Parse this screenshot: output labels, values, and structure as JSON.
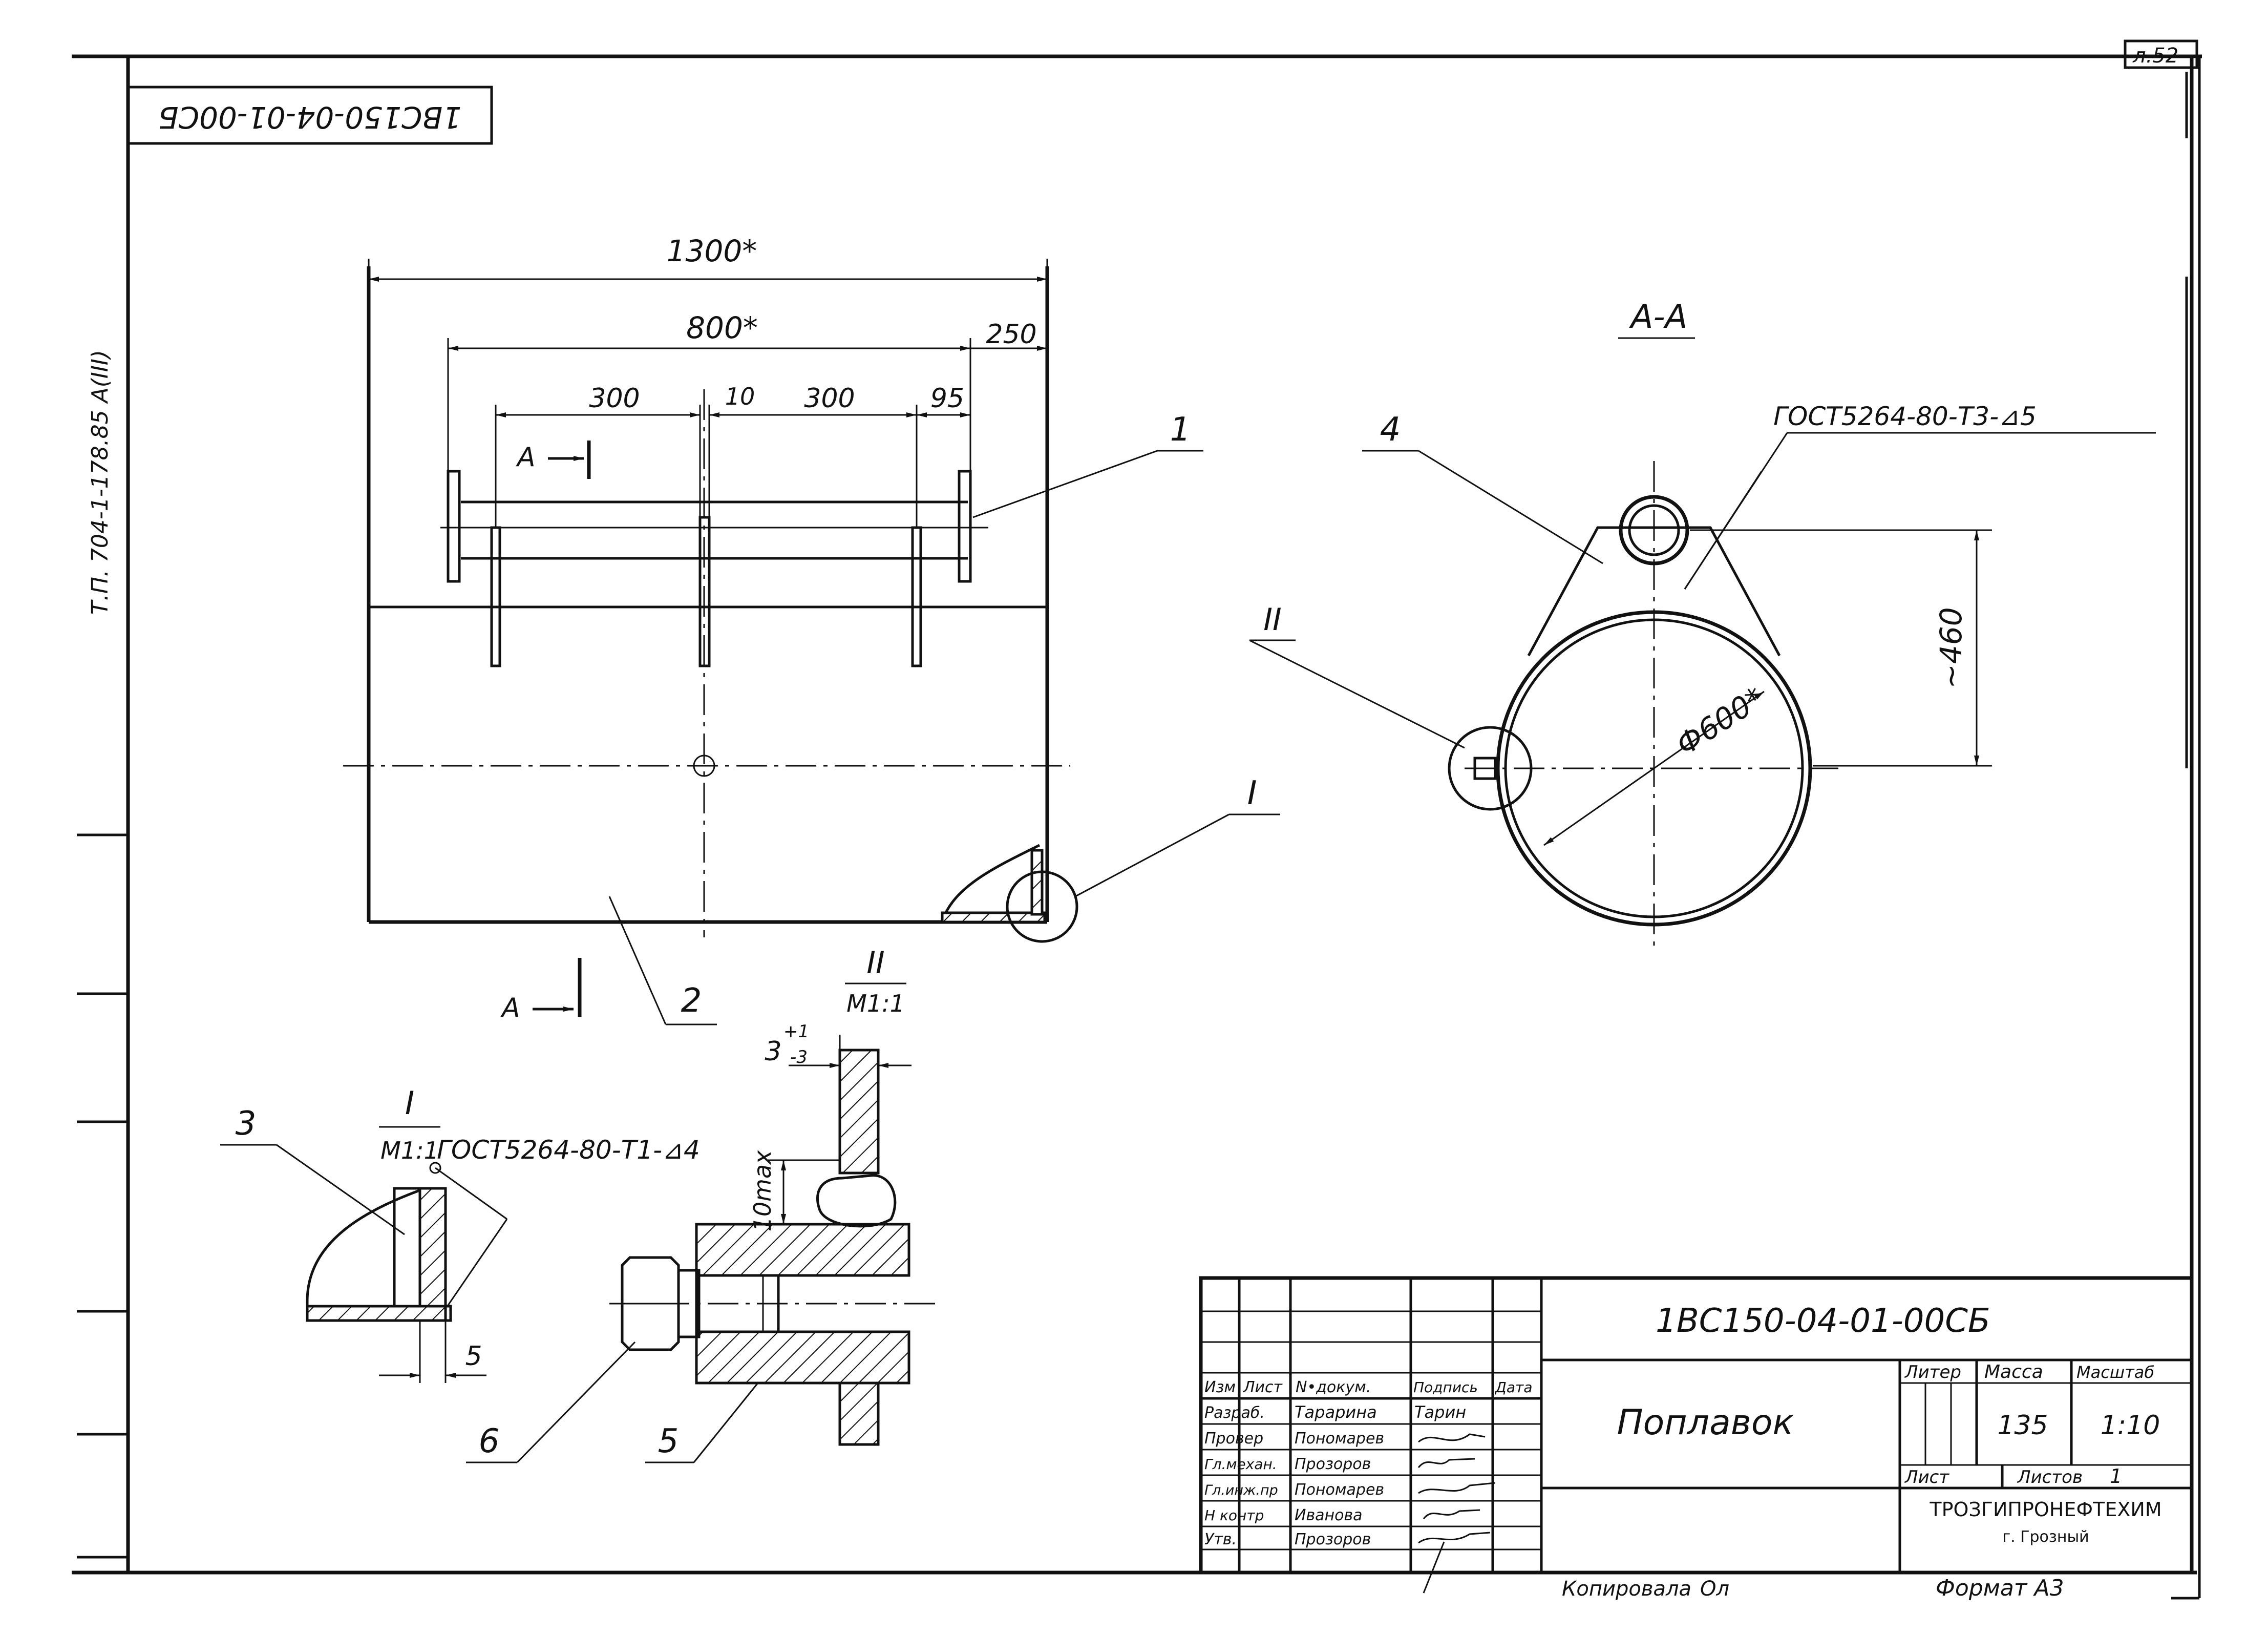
{
  "sheet": {
    "sheet_no": "л.52",
    "rotated_code": "1ВС150-04-01-00СБ",
    "side_note": "Т.П. 704-1-178.85 А(III)",
    "copied_by": "Копировала",
    "copied_sign": "Ол",
    "format": "Формат А3"
  },
  "views": {
    "main": {
      "dim_overall": "1300*",
      "dim_inner": "800*",
      "dim_right": "250",
      "dim_left_span": "300",
      "dim_mid": "10",
      "dim_right_span": "300",
      "dim_end": "95",
      "section_mark_top": "А",
      "section_mark_bottom": "А",
      "callouts": [
        "1",
        "2",
        "I"
      ]
    },
    "section_aa": {
      "title": "А-А",
      "weld_note": "ГОСТ5264-80-Т3-⊿5",
      "dim_height": "~460",
      "dim_diameter": "Ф600*",
      "callouts": [
        "4",
        "II"
      ]
    },
    "detail_1": {
      "title": "I",
      "scale": "М1:1",
      "weld_note": "ГОСТ5264-80-Т1-⊿4",
      "dim": "5",
      "callouts": [
        "3"
      ]
    },
    "detail_2": {
      "title": "II",
      "scale": "М1:1",
      "dim_gap": "3",
      "dim_gap_tol_up": "+1",
      "dim_gap_tol_down": "-3",
      "dim_height": "10max",
      "callouts": [
        "6",
        "5"
      ]
    }
  },
  "title_block": {
    "code": "1ВС150-04-01-00СБ",
    "name": "Поплавок",
    "headers": {
      "izm": "Изм",
      "list": "Лист",
      "doc": "N•докум.",
      "sign": "Подпись",
      "date": "Дата",
      "liter": "Литер",
      "mass": "Масса",
      "scale": "Масштаб"
    },
    "mass_value": "135",
    "scale_value": "1:10",
    "sheet_label": "Лист",
    "sheets_label": "Листов",
    "sheets_value": "1",
    "org": "ТРОЗГИПРОНЕФТЕХИМ",
    "city": "г. Грозный",
    "rows": [
      {
        "role": "Разраб.",
        "name": "Тарарина",
        "sign": "Тарин"
      },
      {
        "role": "Провер",
        "name": "Пономарев",
        "sign": ""
      },
      {
        "role": "Гл.механ.",
        "name": "Прозоров",
        "sign": ""
      },
      {
        "role": "Гл.инж.пр",
        "name": "Пономарев",
        "sign": ""
      },
      {
        "role": "Н контр",
        "name": "Иванова",
        "sign": ""
      },
      {
        "role": "Утв.",
        "name": "Прозоров",
        "sign": ""
      }
    ]
  }
}
